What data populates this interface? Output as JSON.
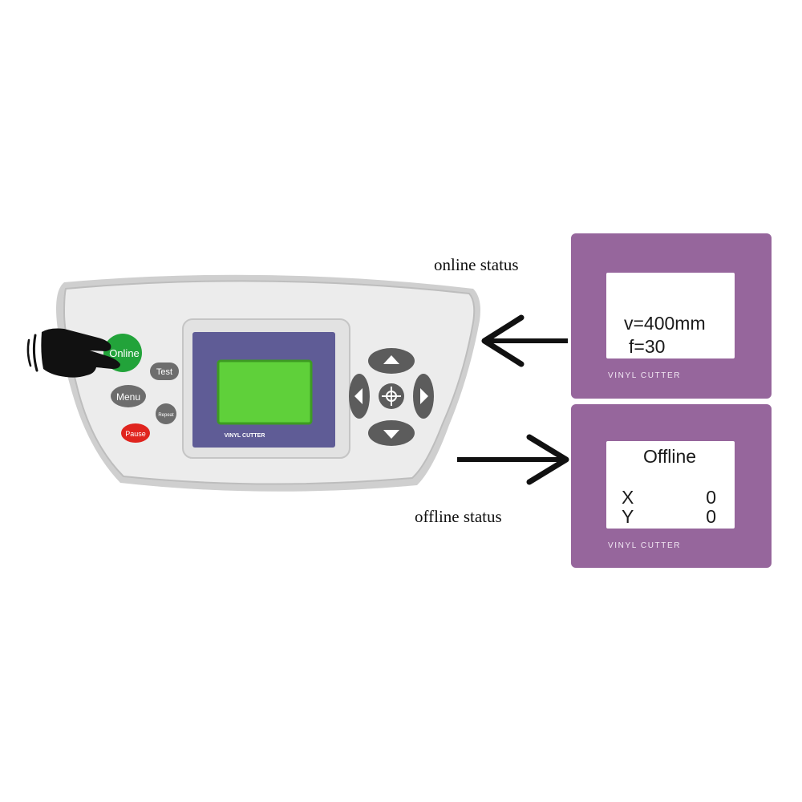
{
  "captions": {
    "online": "online status",
    "offline": "offline status"
  },
  "panel": {
    "buttons": {
      "online": "Online",
      "test": "Test",
      "menu": "Menu",
      "repeat": "Repeat",
      "pause": "Pause"
    },
    "screen_brand": "VINYL CUTTER",
    "colors": {
      "body": "#ececec",
      "bezel": "#5f5c96",
      "lcd": "#5fd03a",
      "online_button": "#22a33a",
      "pause_button": "#e0241e",
      "gray_button": "#6d6d6d"
    }
  },
  "online_card": {
    "lines": [
      "v=400mm",
      "f=30"
    ],
    "brand": "VINYL CUTTER"
  },
  "offline_card": {
    "title": "Offline",
    "x_label": "X",
    "x_value": "0",
    "y_label": "Y",
    "y_value": "0",
    "brand": "VINYL CUTTER"
  },
  "card_color": "#96669c"
}
